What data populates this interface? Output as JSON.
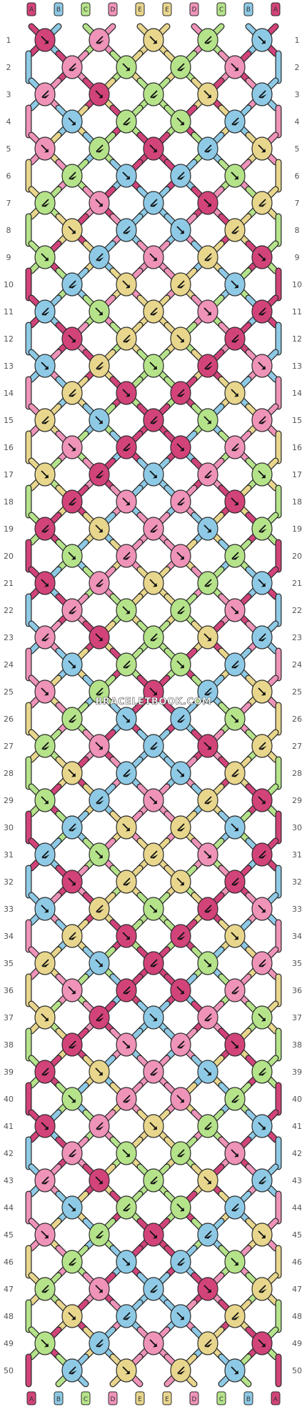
{
  "pattern": {
    "watermark": "BRACELETBOOK.COM",
    "rows": 50,
    "strands_top": [
      "A",
      "B",
      "C",
      "D",
      "E",
      "E",
      "D",
      "C",
      "B",
      "A"
    ],
    "strands_bottom": [
      "A",
      "B",
      "C",
      "D",
      "E",
      "E",
      "D",
      "C",
      "B",
      "A"
    ],
    "colors": {
      "A": "#d2437a",
      "B": "#8ecae6",
      "C": "#b5e38a",
      "D": "#ef93b9",
      "E": "#e8d68d"
    },
    "outline": "#2b2b2b",
    "knot_symbols": [
      "arrow-down-left",
      "arrow-down-right"
    ]
  }
}
